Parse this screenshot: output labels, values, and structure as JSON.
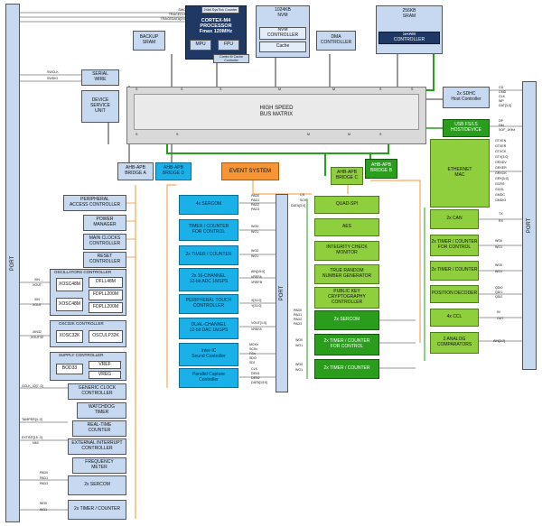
{
  "ports": {
    "left": "PORT",
    "middle": "PORT",
    "right": "PORT"
  },
  "top_signals": [
    "SWO",
    "TRACECLK",
    "TRACEDATA[3:0]"
  ],
  "cpu": {
    "systick": "24bit SysTick Counter",
    "title": "CORTEX-M4\nPROCESSOR\nFmax 120MHz",
    "mpu": "MPU",
    "fpu": "FPU",
    "cache": "Cortex M Cache Controller"
  },
  "backup_sram": "BACKUP\nSRAM",
  "nvm": {
    "size": "1024KB\nNVM",
    "ctrl": "NVM\nCONTROLLER",
    "cache": "Cache"
  },
  "dma": "DMA\nCONTROLLER",
  "sram": {
    "size": "256KB\nSRAM",
    "ctrl": "SRAM\nCONTROLLER"
  },
  "swd_signals": [
    "SWCLK",
    "SWDIO"
  ],
  "serial_wire": "SERIAL\nWIRE",
  "dsu": "DEVICE\nSERVICE\nUNIT",
  "bus_matrix": "HIGH SPEED\nBUS MATRIX",
  "bus_ports": {
    "top": [
      "S",
      "S",
      "S",
      "M",
      "M",
      "S",
      "S"
    ],
    "bottom": [
      "S",
      "S",
      "M",
      "M",
      "S"
    ]
  },
  "sdhc": {
    "label": "2x SDHC\nHost Controller",
    "signals": [
      "CD",
      "CMD",
      "CLK",
      "WP",
      "DAT[3:0]"
    ]
  },
  "usb": {
    "label": "USB FS/LS\nHOST/DEVICE",
    "signals": [
      "DP",
      "DM",
      "SOF_1KHz"
    ]
  },
  "ethernet": {
    "label": "ETHERNET\nMAC",
    "signals": [
      "GTXEN",
      "GTXER",
      "GTXCK",
      "GTX[3:0]",
      "GRXDV",
      "GRXER",
      "GRXCK",
      "GRX[3:0]",
      "GCRS",
      "GCOL",
      "GMDC",
      "GMDIO"
    ]
  },
  "bridges": {
    "a": "AHB-APB\nBRIDGE A",
    "b": "AHB-APB\nBRIDGE B",
    "c": "AHB-APB\nBRIDGE C",
    "d": "AHB-APB\nBRIDGE D"
  },
  "event_system": "EVENT SYSTEM",
  "left_blocks": [
    "PERIPHERAL\nACCESS CONTROLLER",
    "POWER\nMANAGER",
    "MAIN CLOCKS\nCONTROLLER",
    "RESET\nCONTROLLER",
    "GENERIC CLOCK\nCONTROLLER",
    "WATCHDOG\nTIMER",
    "REAL-TIME\nCOUNTER",
    "EXTERNAL INTERRUPT\nCONTROLLER",
    "FREQUENCY\nMETER",
    "2x SERCOM",
    "2x TIMER / COUNTER"
  ],
  "osc": {
    "title": "OSCILLATORS CONTROLLER",
    "xosc0": "XOSC48M",
    "xosc1": "XOSC48M",
    "dfll": "DFLL48M",
    "fdpll0": "FDPLL200M",
    "fdpll1": "FDPLL200M",
    "xin": "XIN",
    "xout": "XOUT"
  },
  "osc32": {
    "title": "OSC32K CONTROLLER",
    "xosc": "XOSC32K",
    "osculp": "OSCULP32K",
    "xin": "XIN32",
    "xout": "XOUT32"
  },
  "supply": {
    "title": "SUPPLY CONTROLLER",
    "bod": "BOD33",
    "vref": "VREF",
    "vreg": "VREG"
  },
  "left_signals": {
    "gclk": "GCLK_IO[7..0]",
    "tamper": "TAMPER[4..0]",
    "extint": "EXTINT[15..0]",
    "nmi": "NMI",
    "pad": [
      "PAD0",
      "PAD1",
      "PAD3"
    ],
    "wo": [
      "WO0",
      "WO1"
    ]
  },
  "cyan_blocks": [
    "4x SERCOM",
    "TIMER / COUNTER\nFOR CONTROL",
    "2x TIMER / COUNTER",
    "2x 16-CHANNEL\n12-bit ADC 1MSPS",
    "PERIPHERAL TOUCH\nCONTROLLER",
    "DUAL-CHANNEL\n12-bit DAC 1MSPS",
    "Inter-IC\nSound Controller",
    "Parallel Capture\nController"
  ],
  "cyan_signals": [
    [
      "PAD0",
      "PAD1",
      "PAD2",
      "PAD3"
    ],
    [
      "WO0",
      "WO1"
    ],
    [
      "WO0",
      "WO1"
    ],
    [
      "AIN[15:0]",
      "VREFA",
      "VREFB"
    ],
    [
      "X[31:0]",
      "Y[31:0]"
    ],
    [
      "VOUT[1:0]",
      "VREFA"
    ],
    [
      "MCKn",
      "SCKn",
      "FSn",
      "SDO",
      "SDI"
    ],
    [
      "CLK",
      "DEN1",
      "DEN2",
      "DATA[13:0]"
    ]
  ],
  "green_mid": [
    "QUAD-SPI",
    "AES",
    "INTEGRITY CHECK\nMONITOR",
    "TRUE RANDOM\nNUMBER GENERATOR",
    "PUBLIC KEY\nCRYPTOGRAPHY\nCONTROLLER"
  ],
  "qspi_signals": [
    "CS",
    "SCK",
    "DATA[3:0]"
  ],
  "dg_mid": [
    "2x SERCOM",
    "2x TIMER / COUNTER\nFOR CONTROL",
    "2x TIMER / COUNTER"
  ],
  "dg_signals": [
    [
      "PAD0",
      "PAD1",
      "PAD2",
      "PAD3"
    ],
    [
      "WO0",
      "WO1"
    ],
    [
      "WO0",
      "WO1"
    ]
  ],
  "green_right": [
    "2x CAN",
    "2x TIMER / COUNTER\nFOR CONTROL",
    "2x TIMER / COUNTER",
    "POSITION DECODER",
    "4x CCL",
    "2 ANALOG\nCOMPARATORS"
  ],
  "green_right_signals": [
    [
      "TX",
      "RX"
    ],
    [
      "WO0",
      "WO1"
    ],
    [
      "WO0",
      "WO1"
    ],
    [
      "QDI0",
      "QDI1",
      "QDI2"
    ],
    [
      "IN",
      "OUT"
    ],
    [
      "AIN[3:0]"
    ]
  ],
  "colors": {
    "bus": "#1f3864",
    "apb_orange": "#f79433",
    "green_bus": "#2a9d1c",
    "light_blue": "#c6d9f1"
  }
}
